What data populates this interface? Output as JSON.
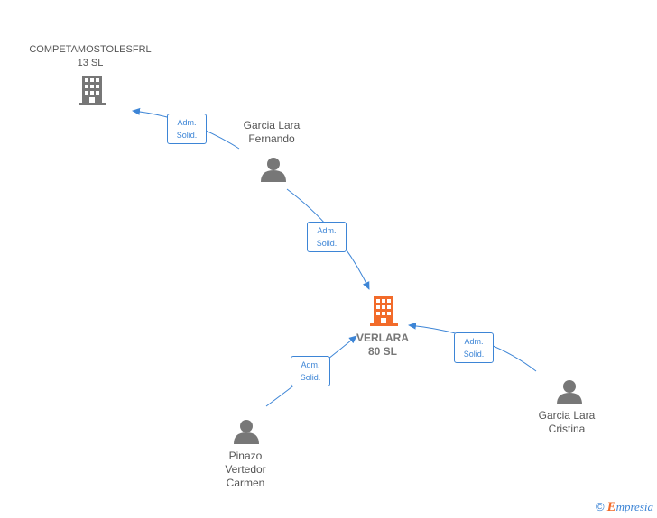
{
  "colors": {
    "edge": "#3d85d6",
    "person": "#777777",
    "company_other": "#777777",
    "company_main": "#f26b2a",
    "text": "#555555"
  },
  "nodes": {
    "competamostoles": {
      "icon": "building-icon",
      "lines": [
        "COMPETAMOSTOLESFRL",
        "13  SL"
      ]
    },
    "garcia_fernando": {
      "icon": "person-icon",
      "lines": [
        "Garcia Lara",
        "Fernando"
      ]
    },
    "verlara": {
      "icon": "building-icon",
      "lines": [
        "VERLARA",
        "80  SL"
      ]
    },
    "pinazo": {
      "icon": "person-icon",
      "lines": [
        "Pinazo",
        "Vertedor",
        "Carmen"
      ]
    },
    "garcia_cristina": {
      "icon": "person-icon",
      "lines": [
        "Garcia Lara",
        "Cristina"
      ]
    }
  },
  "edges": [
    {
      "from": "garcia_fernando",
      "to": "competamostoles",
      "label": [
        "Adm.",
        "Solid."
      ]
    },
    {
      "from": "garcia_fernando",
      "to": "verlara",
      "label": [
        "Adm.",
        "Solid."
      ]
    },
    {
      "from": "pinazo",
      "to": "verlara",
      "label": [
        "Adm.",
        "Solid."
      ]
    },
    {
      "from": "garcia_cristina",
      "to": "verlara",
      "label": [
        "Adm.",
        "Solid."
      ]
    }
  ],
  "brand": {
    "copyright": "©",
    "initial": "E",
    "rest": "mpresia"
  }
}
